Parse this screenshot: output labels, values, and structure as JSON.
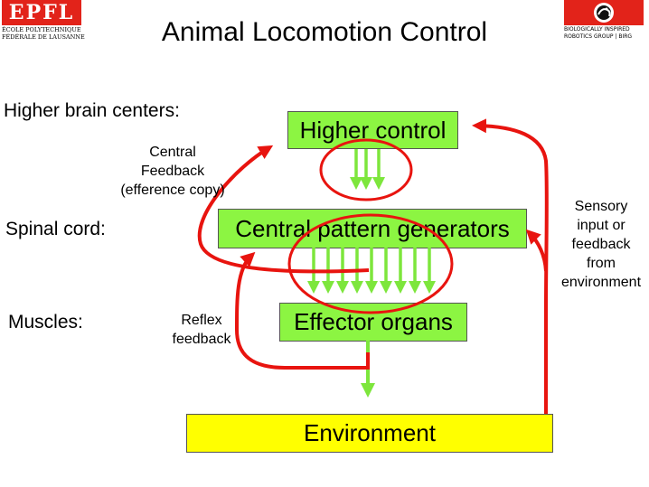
{
  "header": {
    "title": "Animal Locomotion Control",
    "logo_left": {
      "mark": "EPFL",
      "line1": "ÉCOLE POLYTECHNIQUE",
      "line2": "FÉDÉRALE DE LAUSANNE"
    },
    "logo_right": {
      "line1": "BIOLOGICALLY INSPIRED",
      "line2": "ROBOTICS GROUP | BIRG"
    }
  },
  "rows": {
    "higher_brain_centers": "Higher brain centers:",
    "spinal_cord": "Spinal cord:",
    "muscles": "Muscles:"
  },
  "boxes": {
    "higher_control": "Higher control",
    "cpg": "Central pattern generators",
    "effector_organs": "Effector organs",
    "environment": "Environment"
  },
  "notes": {
    "central_feedback": [
      "Central",
      "Feedback",
      "(efference copy)"
    ],
    "reflex_feedback": [
      "Reflex",
      "feedback"
    ],
    "sensory_input": [
      "Sensory",
      "input or",
      "feedback",
      "from",
      "environment"
    ]
  },
  "colors": {
    "box_green": "#8cf542",
    "box_yellow": "#ffff00",
    "arrow_red": "#e8140f",
    "arrow_green": "#7de63c",
    "logo_red": "#e2231a"
  }
}
